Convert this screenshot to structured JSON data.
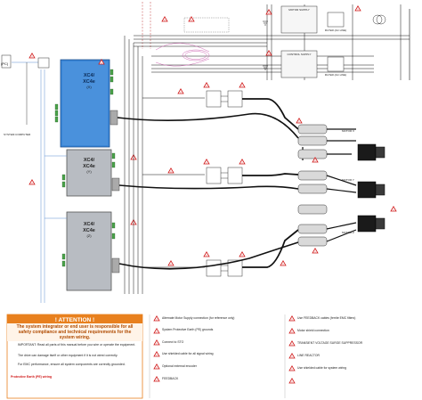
{
  "drivers": [
    {
      "model": "XC4/\nXC4e",
      "axis": "(X)",
      "variant": "blue"
    },
    {
      "model": "XC4/\nXC4e",
      "axis": "(Y)",
      "variant": "gray"
    },
    {
      "model": "XC4/\nXC4e",
      "axis": "(Z)",
      "variant": "gray"
    }
  ],
  "motor_axes": [
    "MOTOR X",
    "MOTOR Y",
    "MOTOR Z"
  ],
  "supply_labels": [
    "MOTOR SUPPLY",
    "CONTROL SUPPLY"
  ],
  "filter_label": "FILTER (AC LINE)",
  "pc_label": "(PC)",
  "left_note": "SYSTEM COMPUTER",
  "attention": {
    "title": "! ATTENTION !",
    "subtitle": "The system integrator or end user is responsible for all safety compliance and technical requirements for the system wiring.",
    "color": "#e8801e",
    "paragraphs": [
      "IMPORTANT: Read all parts of this manual before you wire or operate the equipment.",
      "The drive can damage itself or other equipment if it is not wired correctly.",
      "For EMC performance, ensure all system components are correctly grounded."
    ],
    "safety_heading": "Protective Earth (PE) wiring"
  },
  "notes_mid": [
    "Alternate Motor Supply connection (for reference only)",
    "System Protective Earth (PE) grounds",
    "Connect to STO",
    "Use shielded cable for all signal wiring",
    "Optional external encoder",
    "FEEDBACK"
  ],
  "notes_right": [
    "Use FEEDBACK cables (ferrite EMC filters)",
    "Motor shield connection",
    "TRANSIENT VOLTAGE SURGE SUPPRESSOR",
    "LINE REACTOR",
    "Use shielded cable for system wiring"
  ]
}
